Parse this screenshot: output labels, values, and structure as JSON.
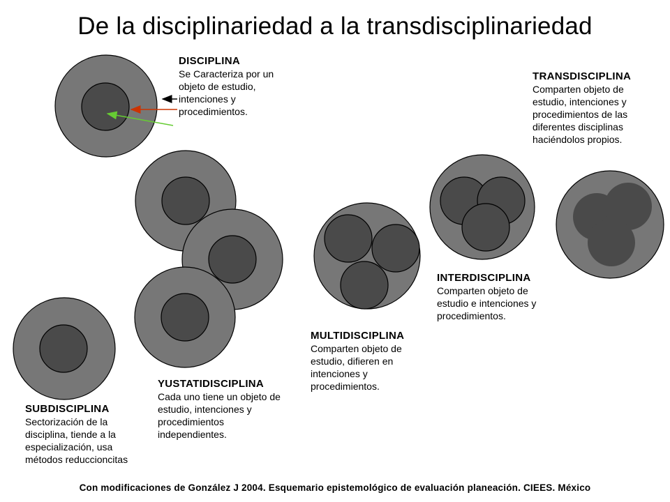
{
  "title": "De la disciplinariedad a la transdisciplinariedad",
  "colors": {
    "outer": "#777777",
    "inner": "#4a4a4a",
    "stroke": "#000000",
    "arrow_black": "#000000",
    "arrow_red": "#cc3300",
    "arrow_green": "#66cc33"
  },
  "sections": {
    "disciplina": {
      "heading": "DISCIPLINA",
      "lines": [
        "Se Caracteriza por un",
        "objeto de estudio,",
        "intenciones y",
        "procedimientos."
      ]
    },
    "transdisciplina": {
      "heading": "TRANSDISCIPLINA",
      "lines": [
        "Comparten objeto de",
        "estudio, intenciones y",
        "procedimientos de las",
        "diferentes disciplinas",
        "haciéndolos propios."
      ]
    },
    "interdisciplina": {
      "heading": "INTERDISCIPLINA",
      "lines": [
        "Comparten objeto de",
        "estudio e intenciones y",
        "procedimientos."
      ]
    },
    "multidisciplina": {
      "heading": "MULTIDISCIPLINA",
      "lines": [
        "Comparten objeto de",
        "estudio, difieren en",
        "intenciones y",
        "procedimientos."
      ]
    },
    "yustatidisciplina": {
      "heading": "YUSTATIDISCIPLINA",
      "lines": [
        "Cada uno tiene un objeto de",
        "estudio, intenciones y",
        "procedimientos",
        "independientes."
      ]
    },
    "subdisciplina": {
      "heading": "SUBDISCIPLINA",
      "lines": [
        "Sectorización de la",
        "disciplina, tiende a la",
        "especialización, usa",
        "métodos reduccioncitas"
      ]
    }
  },
  "footer": "Con modificaciones de González J 2004. Esquemario epistemológico de evaluación planeación. CIEES. México"
}
